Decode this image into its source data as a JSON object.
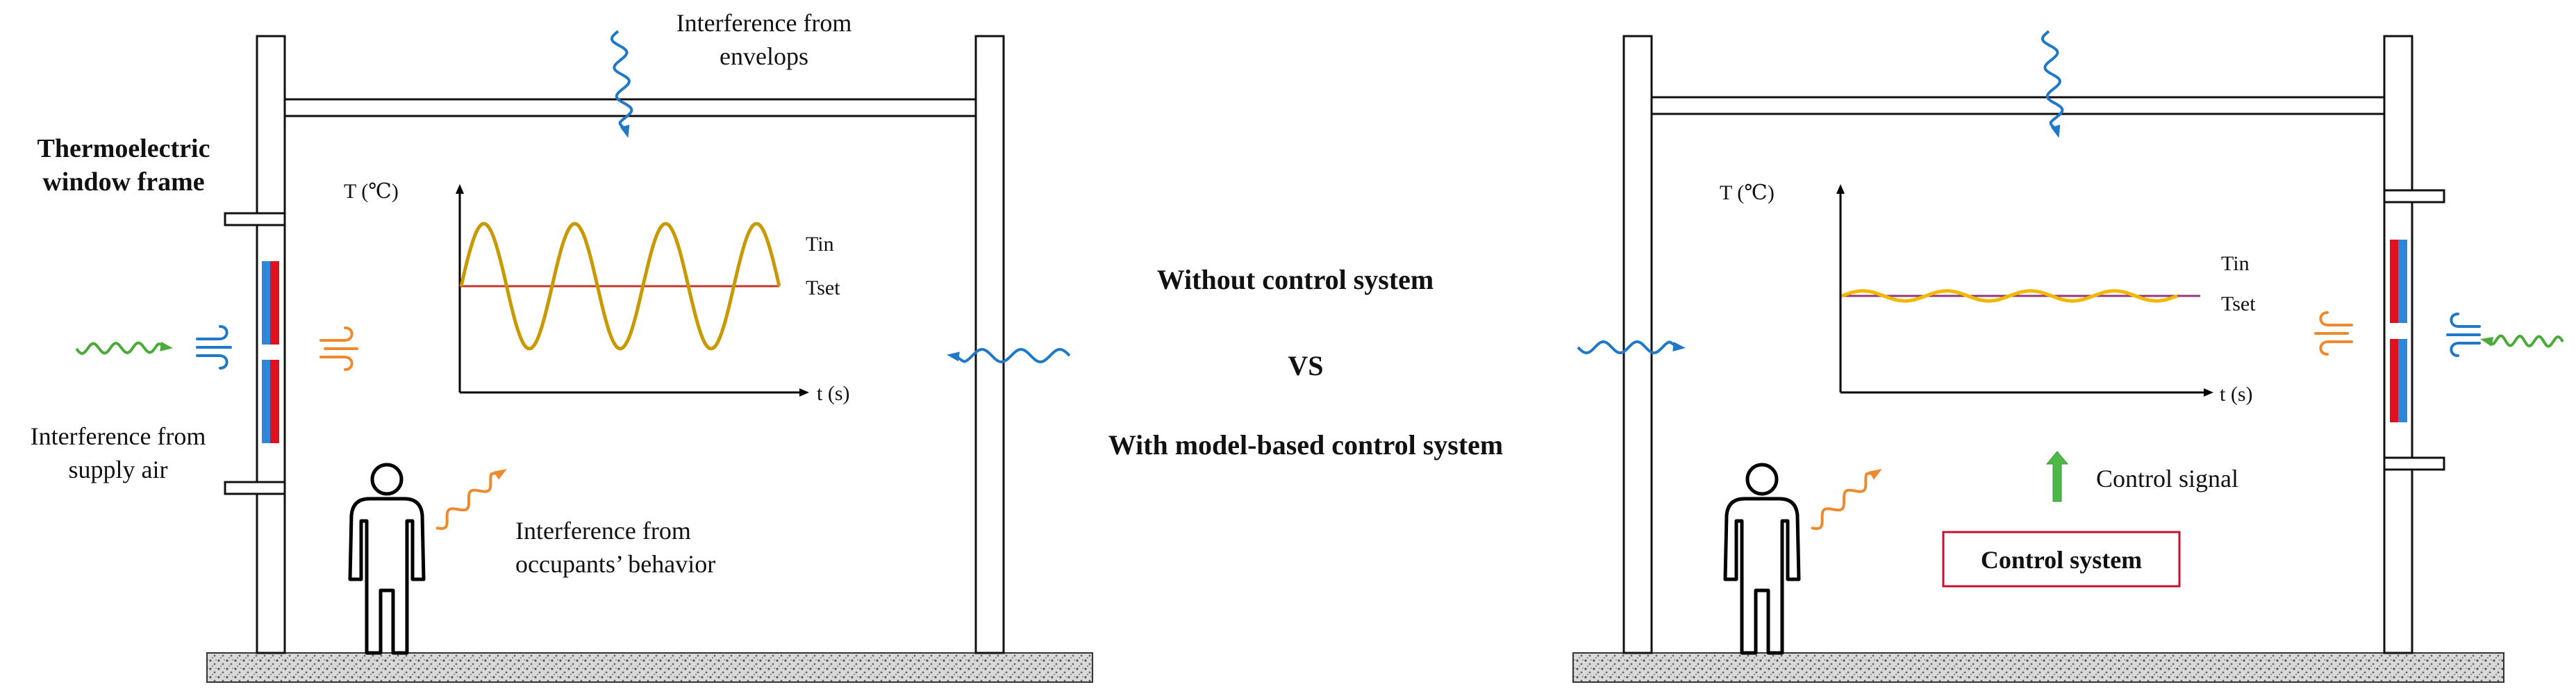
{
  "left_panel": {
    "frame_title": [
      "Thermoelectric",
      "window frame"
    ],
    "envelope_label": [
      "Interference from",
      "envelops"
    ],
    "supply_air_label": [
      "Interference from",
      "supply air"
    ],
    "occupants_label": [
      "Interference from",
      "occupants’ behavior"
    ],
    "chart": {
      "ylabel": "T (℃)",
      "xlabel": "t (s)",
      "series_tin": "Tin",
      "series_tset": "Tset"
    }
  },
  "right_panel": {
    "control_signal_label": "Control signal",
    "control_system_label": "Control system",
    "chart": {
      "ylabel": "T (℃)",
      "xlabel": "t (s)",
      "series_tin": "Tin",
      "series_tset": "Tset"
    }
  },
  "center": {
    "without": "Without control system",
    "vs": "VS",
    "with": "With model-based control system"
  },
  "colors": {
    "tin_left": "#C89A00",
    "tin_right": "#F2B800",
    "tset": "#C0392B",
    "heat_red": "#E0101E",
    "cool_blue": "#2E86D8",
    "wave_blue": "#1F78C8",
    "wave_green": "#4BAA3A",
    "wave_orange": "#EE8A2E",
    "control_arrow": "#4DB848",
    "control_box": "#C8102E"
  },
  "chart_data": [
    {
      "type": "line",
      "xlabel": "t (s)",
      "ylabel": "T (℃)",
      "series": [
        {
          "name": "Tin",
          "shape": "sinusoid",
          "relative_amplitude": 1.0,
          "cycles": 3.5
        },
        {
          "name": "Tset",
          "shape": "constant"
        }
      ]
    },
    {
      "type": "line",
      "xlabel": "t (s)",
      "ylabel": "T (℃)",
      "series": [
        {
          "name": "Tin",
          "shape": "sinusoid",
          "relative_amplitude": 0.08,
          "cycles": 4
        },
        {
          "name": "Tset",
          "shape": "constant"
        }
      ]
    }
  ]
}
